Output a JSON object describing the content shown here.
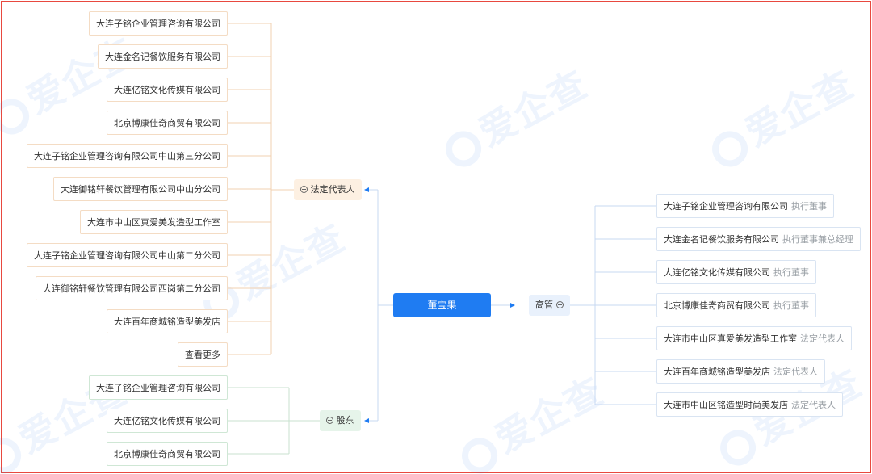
{
  "center": {
    "name": "董宝果"
  },
  "watermark": "爱企查",
  "legal_rep": {
    "label": "法定代表人",
    "items": [
      "大连子铭企业管理咨询有限公司",
      "大连金名记餐饮服务有限公司",
      "大连亿铭文化传媒有限公司",
      "北京博康佳奇商贸有限公司",
      "大连子铭企业管理咨询有限公司中山第三分公司",
      "大连御铭轩餐饮管理有限公司中山分公司",
      "大连市中山区真爱美发造型工作室",
      "大连子铭企业管理咨询有限公司中山第二分公司",
      "大连御铭轩餐饮管理有限公司西岗第二分公司",
      "大连百年商城铭造型美发店"
    ],
    "more": "查看更多"
  },
  "shareholder": {
    "label": "股东",
    "items": [
      "大连子铭企业管理咨询有限公司",
      "大连亿铭文化传媒有限公司",
      "北京博康佳奇商贸有限公司"
    ]
  },
  "executive": {
    "label": "高管",
    "items": [
      {
        "company": "大连子铭企业管理咨询有限公司",
        "role": "执行董事"
      },
      {
        "company": "大连金名记餐饮服务有限公司",
        "role": "执行董事兼总经理"
      },
      {
        "company": "大连亿铭文化传媒有限公司",
        "role": "执行董事"
      },
      {
        "company": "北京博康佳奇商贸有限公司",
        "role": "执行董事"
      },
      {
        "company": "大连市中山区真爱美发造型工作室",
        "role": "法定代表人"
      },
      {
        "company": "大连百年商城铭造型美发店",
        "role": "法定代表人"
      },
      {
        "company": "大连市中山区铭造型时尚美发店",
        "role": "法定代表人"
      }
    ]
  },
  "colors": {
    "accent": "#1f7cf2",
    "frame": "#e8493f",
    "orange_line": "#f2d1b0",
    "green_line": "#c9e2cf",
    "blue_line": "#c7d8f2"
  }
}
